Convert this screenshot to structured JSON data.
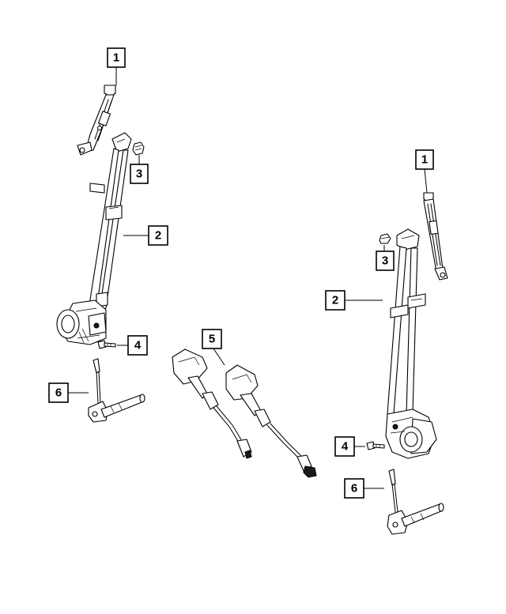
{
  "callouts": [
    {
      "id": "c1-left",
      "label": "1"
    },
    {
      "id": "c3-left",
      "label": "3"
    },
    {
      "id": "c2-left",
      "label": "2"
    },
    {
      "id": "c4-left",
      "label": "4"
    },
    {
      "id": "c6-left",
      "label": "6"
    },
    {
      "id": "c5",
      "label": "5"
    },
    {
      "id": "c1-right",
      "label": "1"
    },
    {
      "id": "c3-right",
      "label": "3"
    },
    {
      "id": "c2-right",
      "label": "2"
    },
    {
      "id": "c4-right",
      "label": "4"
    },
    {
      "id": "c6-right",
      "label": "6"
    }
  ]
}
